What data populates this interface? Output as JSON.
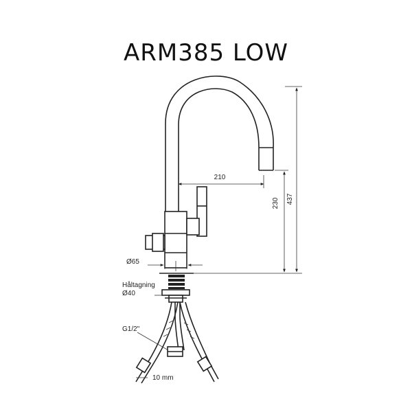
{
  "title": "ARM385 LOW",
  "dimensions": {
    "reach": "210",
    "spout_height": "230",
    "total_height": "437",
    "base_diameter": "Ø65",
    "hole_label": "Håltagning",
    "hole_diameter": "Ø40",
    "thread": "G1/2\"",
    "hose": "10 mm"
  },
  "colors": {
    "line": "#222222",
    "background": "#ffffff"
  }
}
